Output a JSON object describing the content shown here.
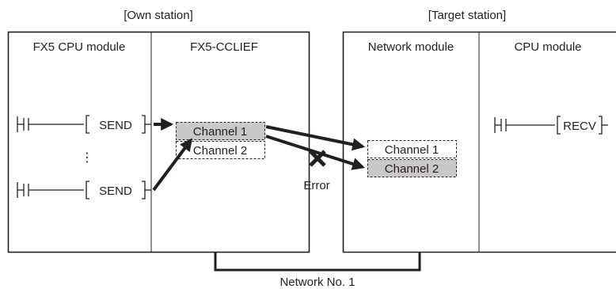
{
  "own_station": {
    "title": "[Own station]",
    "cpu_panel_label": "FX5 CPU module",
    "network_panel_label": "FX5-CCLIEF",
    "instructions": [
      "SEND",
      "SEND"
    ],
    "ellipsis": "⋮",
    "channels": [
      "Channel 1",
      "Channel 2"
    ]
  },
  "target_station": {
    "title": "[Target station]",
    "network_panel_label": "Network module",
    "cpu_panel_label": "CPU module",
    "instruction": "RECV",
    "channels": [
      "Channel 1",
      "Channel 2"
    ]
  },
  "error_label": "Error",
  "network_label": "Network No. 1",
  "colors": {
    "stroke": "#231f20",
    "highlight_fill": "#c8c8c8",
    "background": "#ffffff"
  }
}
